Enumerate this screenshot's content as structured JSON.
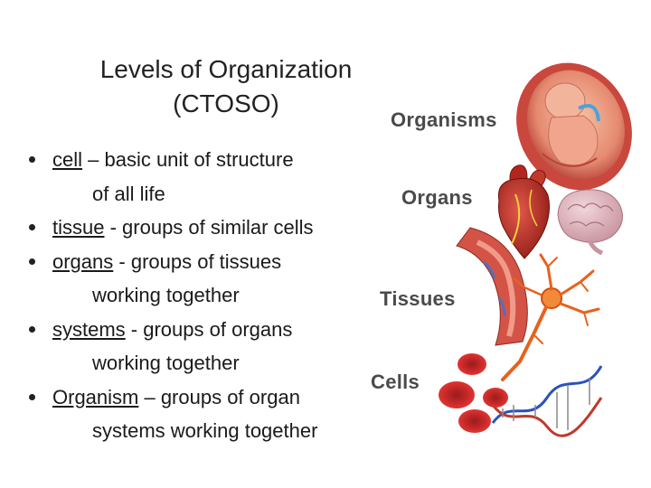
{
  "title": {
    "line1": "Levels of Organization",
    "line2": "(CTOSO)"
  },
  "bullets": [
    {
      "term": "cell",
      "text": " – basic unit of structure",
      "cont": "of all life"
    },
    {
      "term": "tissue",
      "text": " - groups of similar cells",
      "cont": ""
    },
    {
      "term": "organs",
      "text": " - groups of tissues",
      "cont": "working together"
    },
    {
      "term": "systems",
      "text": " - groups of organs",
      "cont": "working together"
    },
    {
      "term": "Organism",
      "text": " – groups of organ",
      "cont": "systems working together"
    }
  ],
  "illustration": {
    "labels": {
      "organisms": "Organisms",
      "organs": "Organs",
      "tissues": "Tissues",
      "cells": "Cells"
    },
    "images": [
      "fetus-in-womb",
      "heart",
      "brain",
      "blood-vessel",
      "neuron",
      "red-blood-cells",
      "dna-helix"
    ]
  },
  "colors": {
    "text": "#1a1a1a",
    "label": "#4a4a4a",
    "flesh_red": "#c0392b",
    "nerve_orange": "#e8621c",
    "dna_blue": "#2a52be"
  }
}
